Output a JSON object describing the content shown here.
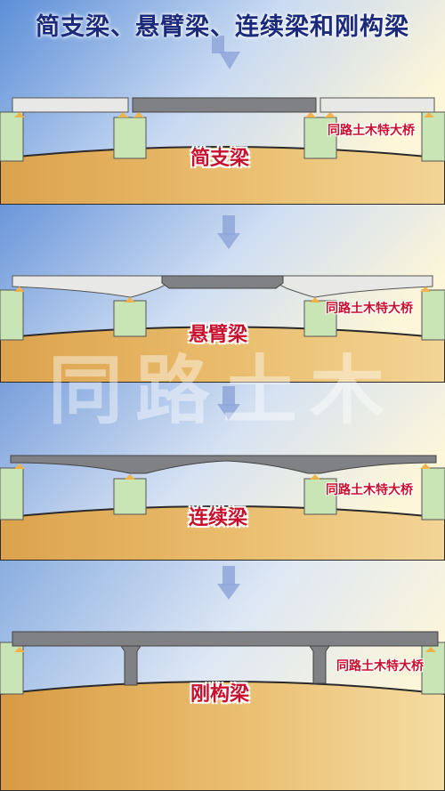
{
  "title": "简支梁、悬臂梁、连续梁和刚构梁",
  "watermark": "同路土木",
  "panels": [
    {
      "type": "simple",
      "label": "简支梁",
      "brand": "同路土木特大桥"
    },
    {
      "type": "cantilever",
      "label": "悬臂梁",
      "brand": "同路土木特大桥"
    },
    {
      "type": "continuous",
      "label": "连续梁",
      "brand": "同路土木特大桥"
    },
    {
      "type": "rigid-frame",
      "label": "刚构梁",
      "brand": "同路土木特大桥"
    }
  ],
  "colors": {
    "sky_left": "#5d8fd8",
    "sky_right": "#fdf6d8",
    "ground": "#e2b05e",
    "pier": "#c9e5b6",
    "deck_light": "#e8e8e6",
    "deck_dark": "#7f8184",
    "bearing": "#f0b24a",
    "title": "#1b2a7a",
    "label": "#c8102e",
    "arrow": "#8fa6d8"
  }
}
